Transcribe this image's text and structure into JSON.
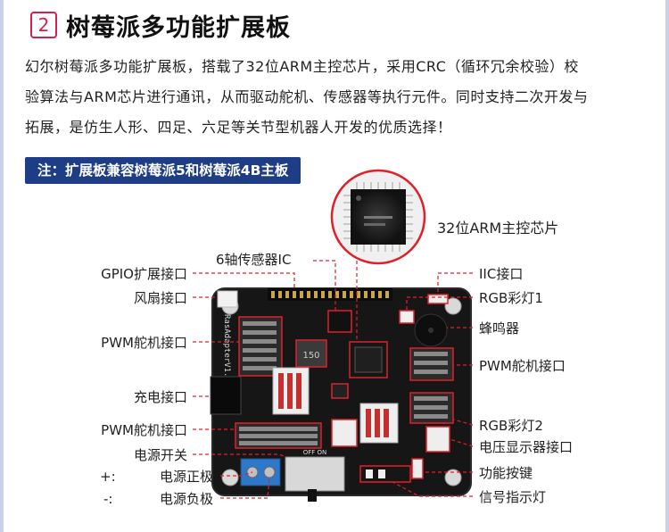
{
  "header": {
    "number": "2",
    "title": "树莓派多功能扩展板"
  },
  "description": {
    "lines": [
      "幻尔树莓派多功能扩展板，搭载了32位ARM主控芯片，采用CRC（循环冗余校验）校",
      "验算法与ARM芯片进行通讯，从而驱动舵机、传感器等执行元件。同时支持二次开发与",
      "拓展，是仿生人形、四足、六足等关节型机器人开发的优质选择！"
    ]
  },
  "note": "注：扩展板兼容树莓派5和树莓派4B主板",
  "board": {
    "model_text": "RasAdapterV1.0",
    "inductor_text": "150",
    "switch_text": "OFF ON"
  },
  "labels": {
    "chip": "32位ARM主控芯片",
    "imu": "6轴传感器IC",
    "gpio": "GPIO扩展接口",
    "fan": "风扇接口",
    "pwm_left_top": "PWM舵机接口",
    "charge": "充电接口",
    "pwm_left_bottom": "PWM舵机接口",
    "power_switch": "电源开关",
    "power_plus_sign": "+:",
    "power_plus": "电源正极",
    "power_minus_sign": "-:",
    "power_minus": "电源负极",
    "iic": "IIC接口",
    "rgb1": "RGB彩灯1",
    "buzzer": "蜂鸣器",
    "pwm_right": "PWM舵机接口",
    "rgb2": "RGB彩灯2",
    "voltage_display": "电压显示器接口",
    "function_key": "功能按键",
    "signal_led": "信号指示灯"
  },
  "colors": {
    "accent_red": "#d81e4a",
    "note_bg": "#1f3d87",
    "pcb": "#1a1a1a",
    "highlight": "#e0202a",
    "terminal_blue": "#2d78c8"
  }
}
